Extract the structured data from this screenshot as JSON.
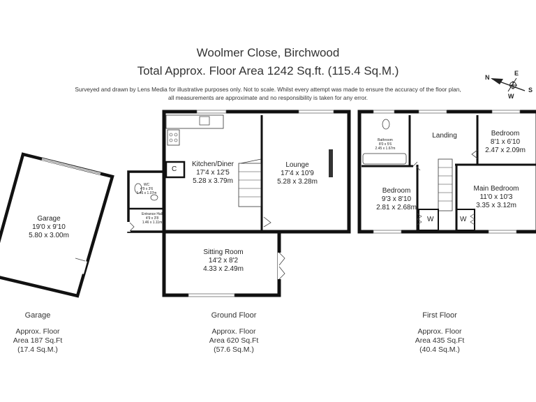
{
  "header": {
    "title": "Woolmer Close, Birchwood",
    "total_area": "Total Approx. Floor Area 1242 Sq.ft. (115.4 Sq.M.)",
    "disclaimer_line1": "Surveyed and drawn by Lens Media for illustrative purposes only. Not to scale. Whilst every attempt was made to ensure the accuracy of the floor plan,",
    "disclaimer_line2": "all measurements are approximate and no responsibility is taken for any error."
  },
  "compass": {
    "n": "N",
    "e": "E",
    "s": "S",
    "w": "W"
  },
  "rooms": {
    "garage": {
      "name": "Garage",
      "imperial": "19'0 x 9'10",
      "metric": "5.80 x 3.00m"
    },
    "kitchen": {
      "name": "Kitchen/Diner",
      "imperial": "17'4 x 12'5",
      "metric": "5.28 x 3.79m"
    },
    "lounge": {
      "name": "Lounge",
      "imperial": "17'4 x 10'9",
      "metric": "5.28 x 3.28m"
    },
    "sitting": {
      "name": "Sitting Room",
      "imperial": "14'2 x 8'2",
      "metric": "4.33 x 2.49m"
    },
    "wc": {
      "name": "WC",
      "imperial": "4'9 x 3'6",
      "metric": "1.46 x 1.07m"
    },
    "entrance": {
      "name": "Entrance Hall",
      "imperial": "4'9 x 3'8",
      "metric": "1.46 x 1.11m"
    },
    "bathroom": {
      "name": "Bathroom",
      "imperial": "8'0 x 5'6",
      "metric": "2.45 x 1.67m"
    },
    "landing": {
      "name": "Landing"
    },
    "bedroom_small": {
      "name": "Bedroom",
      "imperial": "8'1 x 6'10",
      "metric": "2.47 x 2.09m"
    },
    "bedroom_mid": {
      "name": "Bedroom",
      "imperial": "9'3 x 8'10",
      "metric": "2.81 x 2.68m"
    },
    "main_bedroom": {
      "name": "Main Bedroom",
      "imperial": "11'0 x 10'3",
      "metric": "3.35 x 3.12m"
    }
  },
  "markers": {
    "cupboard": "C",
    "wardrobe1": "W",
    "wardrobe2": "W"
  },
  "floors": {
    "garage": {
      "heading": "Garage",
      "line1": "Approx. Floor",
      "line2": "Area 187 Sq.Ft",
      "line3": "(17.4 Sq.M.)"
    },
    "ground": {
      "heading": "Ground Floor",
      "line1": "Approx. Floor",
      "line2": "Area 620 Sq.Ft",
      "line3": "(57.6 Sq.M.)"
    },
    "first": {
      "heading": "First Floor",
      "line1": "Approx. Floor",
      "line2": "Area 435 Sq.Ft",
      "line3": "(40.4 Sq.M.)"
    }
  }
}
